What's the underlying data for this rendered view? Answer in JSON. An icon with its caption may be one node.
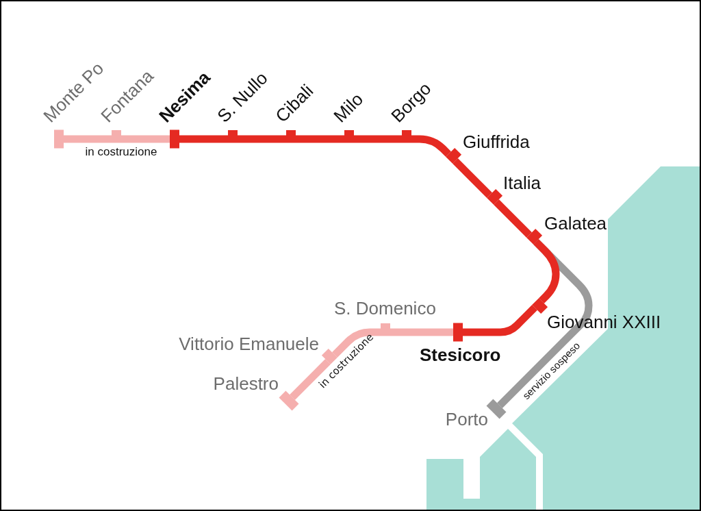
{
  "diagram": {
    "nodes": [
      {
        "text": [],
        "shape": "bar",
        "beside": [
          "Monte Po"
        ]
      },
      {
        "text": [],
        "shape": "bar",
        "beside": [
          "Fontana"
        ]
      },
      {
        "text": [],
        "shape": "bar",
        "beside": [
          "Nesima"
        ]
      },
      {
        "text": [],
        "shape": "bar",
        "beside": [
          "S. Nullo"
        ]
      },
      {
        "text": [],
        "shape": "bar",
        "beside": [
          "Cibali"
        ]
      },
      {
        "text": [],
        "shape": "bar",
        "beside": [
          "Milo"
        ]
      },
      {
        "text": [],
        "shape": "bar",
        "beside": [
          "Borgo"
        ]
      },
      {
        "text": [],
        "shape": "bar",
        "beside": [
          "Giuffrida"
        ]
      },
      {
        "text": [],
        "shape": "bar",
        "beside": [
          "Italia"
        ]
      },
      {
        "text": [],
        "shape": "bar",
        "beside": [
          "Galatea"
        ]
      },
      {
        "text": [],
        "shape": "bar",
        "beside": [
          "Giovanni XXIII"
        ]
      },
      {
        "text": [],
        "shape": "bar",
        "beside": [
          "S. Domenico"
        ]
      },
      {
        "text": [],
        "shape": "bar",
        "beside": [
          "Vittorio Emanuele"
        ]
      },
      {
        "text": [],
        "shape": "bar",
        "beside": [
          "Stesicoro"
        ]
      },
      {
        "text": [],
        "shape": "bar",
        "beside": [
          "Palestro"
        ]
      },
      {
        "text": [],
        "shape": "bar",
        "beside": [
          "Porto"
        ]
      }
    ],
    "edges": [
      {
        "from": 0,
        "to": 1,
        "arrow": "none",
        "color": "#f5afae"
      },
      {
        "from": 1,
        "to": 2,
        "arrow": "none",
        "color": "#f5afae"
      },
      {
        "from": 2,
        "to": 3,
        "arrow": "none"
      },
      {
        "from": 3,
        "to": 4,
        "arrow": "none"
      },
      {
        "from": 4,
        "to": 5,
        "arrow": "none"
      },
      {
        "from": 5,
        "to": 6,
        "arrow": "none"
      },
      {
        "from": 6,
        "to": 7,
        "arrow": "none"
      },
      {
        "from": 7,
        "to": 8,
        "arrow": "none"
      },
      {
        "from": 8,
        "to": 9,
        "arrow": "none"
      },
      {
        "from": 9,
        "to": 10,
        "arrow": "none"
      },
      {
        "from": 9,
        "to": 15,
        "arrow": "none",
        "color": "#9b9b9b",
        "label": "servizio sospeso"
      },
      {
        "from": 10,
        "to": 13,
        "arrow": "none"
      },
      {
        "from": 13,
        "to": 11,
        "arrow": "none",
        "color": "#f5afae"
      },
      {
        "from": 11,
        "to": 12,
        "arrow": "none",
        "color": "#f5afae"
      },
      {
        "from": 12,
        "to": 14,
        "arrow": "none",
        "color": "#f5afae"
      }
    ],
    "labels": [
      "in costruzione",
      "in costruzione"
    ]
  }
}
